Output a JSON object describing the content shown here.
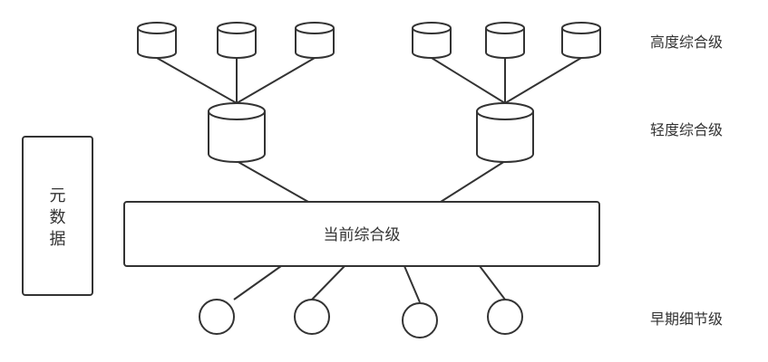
{
  "levels": {
    "high": "高度综合级",
    "light": "轻度综合级",
    "current": "当前综合级",
    "early": "早期细节级"
  },
  "metadata_box": {
    "chars": [
      "元",
      "数",
      "据"
    ]
  }
}
